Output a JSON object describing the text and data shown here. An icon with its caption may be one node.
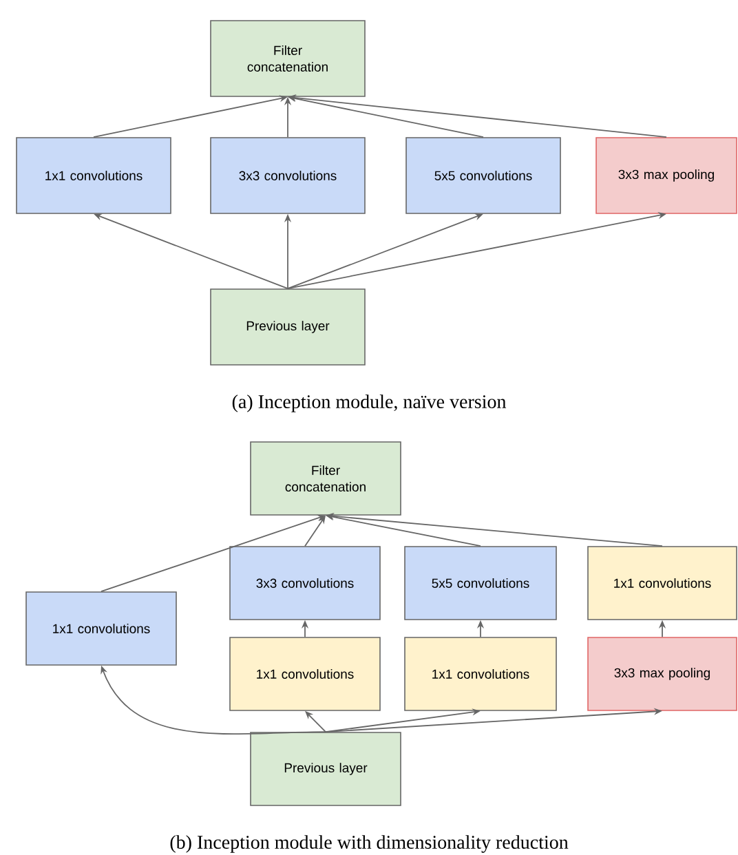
{
  "diagram": {
    "nodes": [
      {
        "text": [
          "Filter concatenation"
        ]
      },
      {
        "text": [
          "1x1 convolutions"
        ]
      },
      {
        "text": [
          "3x3 convolutions"
        ]
      },
      {
        "text": [
          "5x5 convolutions"
        ]
      },
      {
        "text": [
          "3x3 max pooling"
        ]
      },
      {
        "text": [
          "Previous layer"
        ]
      },
      {
        "text": [
          "Filter concatenation"
        ]
      },
      {
        "text": [
          "1x1 convolutions"
        ]
      },
      {
        "text": [
          "3x3 convolutions"
        ]
      },
      {
        "text": [
          "5x5 convolutions"
        ]
      },
      {
        "text": [
          "1x1 convolutions"
        ]
      },
      {
        "text": [
          "1x1 convolutions"
        ]
      },
      {
        "text": [
          "1x1 convolutions"
        ]
      },
      {
        "text": [
          "3x3 max pooling"
        ]
      },
      {
        "text": [
          "Previous layer"
        ]
      }
    ],
    "edges": [
      {
        "from": 1,
        "to": 0,
        "arrow": "to"
      },
      {
        "from": 2,
        "to": 0,
        "arrow": "to"
      },
      {
        "from": 3,
        "to": 0,
        "arrow": "to"
      },
      {
        "from": 4,
        "to": 0,
        "arrow": "to"
      },
      {
        "from": 5,
        "to": 1,
        "arrow": "to"
      },
      {
        "from": 5,
        "to": 2,
        "arrow": "to"
      },
      {
        "from": 5,
        "to": 3,
        "arrow": "to"
      },
      {
        "from": 5,
        "to": 4,
        "arrow": "to"
      },
      {
        "from": 7,
        "to": 6,
        "arrow": "to"
      },
      {
        "from": 8,
        "to": 6,
        "arrow": "to"
      },
      {
        "from": 9,
        "to": 6,
        "arrow": "to"
      },
      {
        "from": 10,
        "to": 6,
        "arrow": "to"
      },
      {
        "from": 11,
        "to": 8,
        "arrow": "to"
      },
      {
        "from": 12,
        "to": 9,
        "arrow": "to"
      },
      {
        "from": 13,
        "to": 10,
        "arrow": "to"
      },
      {
        "from": 14,
        "to": 7,
        "arrow": "to"
      },
      {
        "from": 14,
        "to": 11,
        "arrow": "to"
      },
      {
        "from": 14,
        "to": 12,
        "arrow": "to"
      },
      {
        "from": 14,
        "to": 13,
        "arrow": "to"
      }
    ],
    "labels": [
      "(a) Inception module, naïve version",
      "(b) Inception module with dimensionality reduction"
    ]
  }
}
